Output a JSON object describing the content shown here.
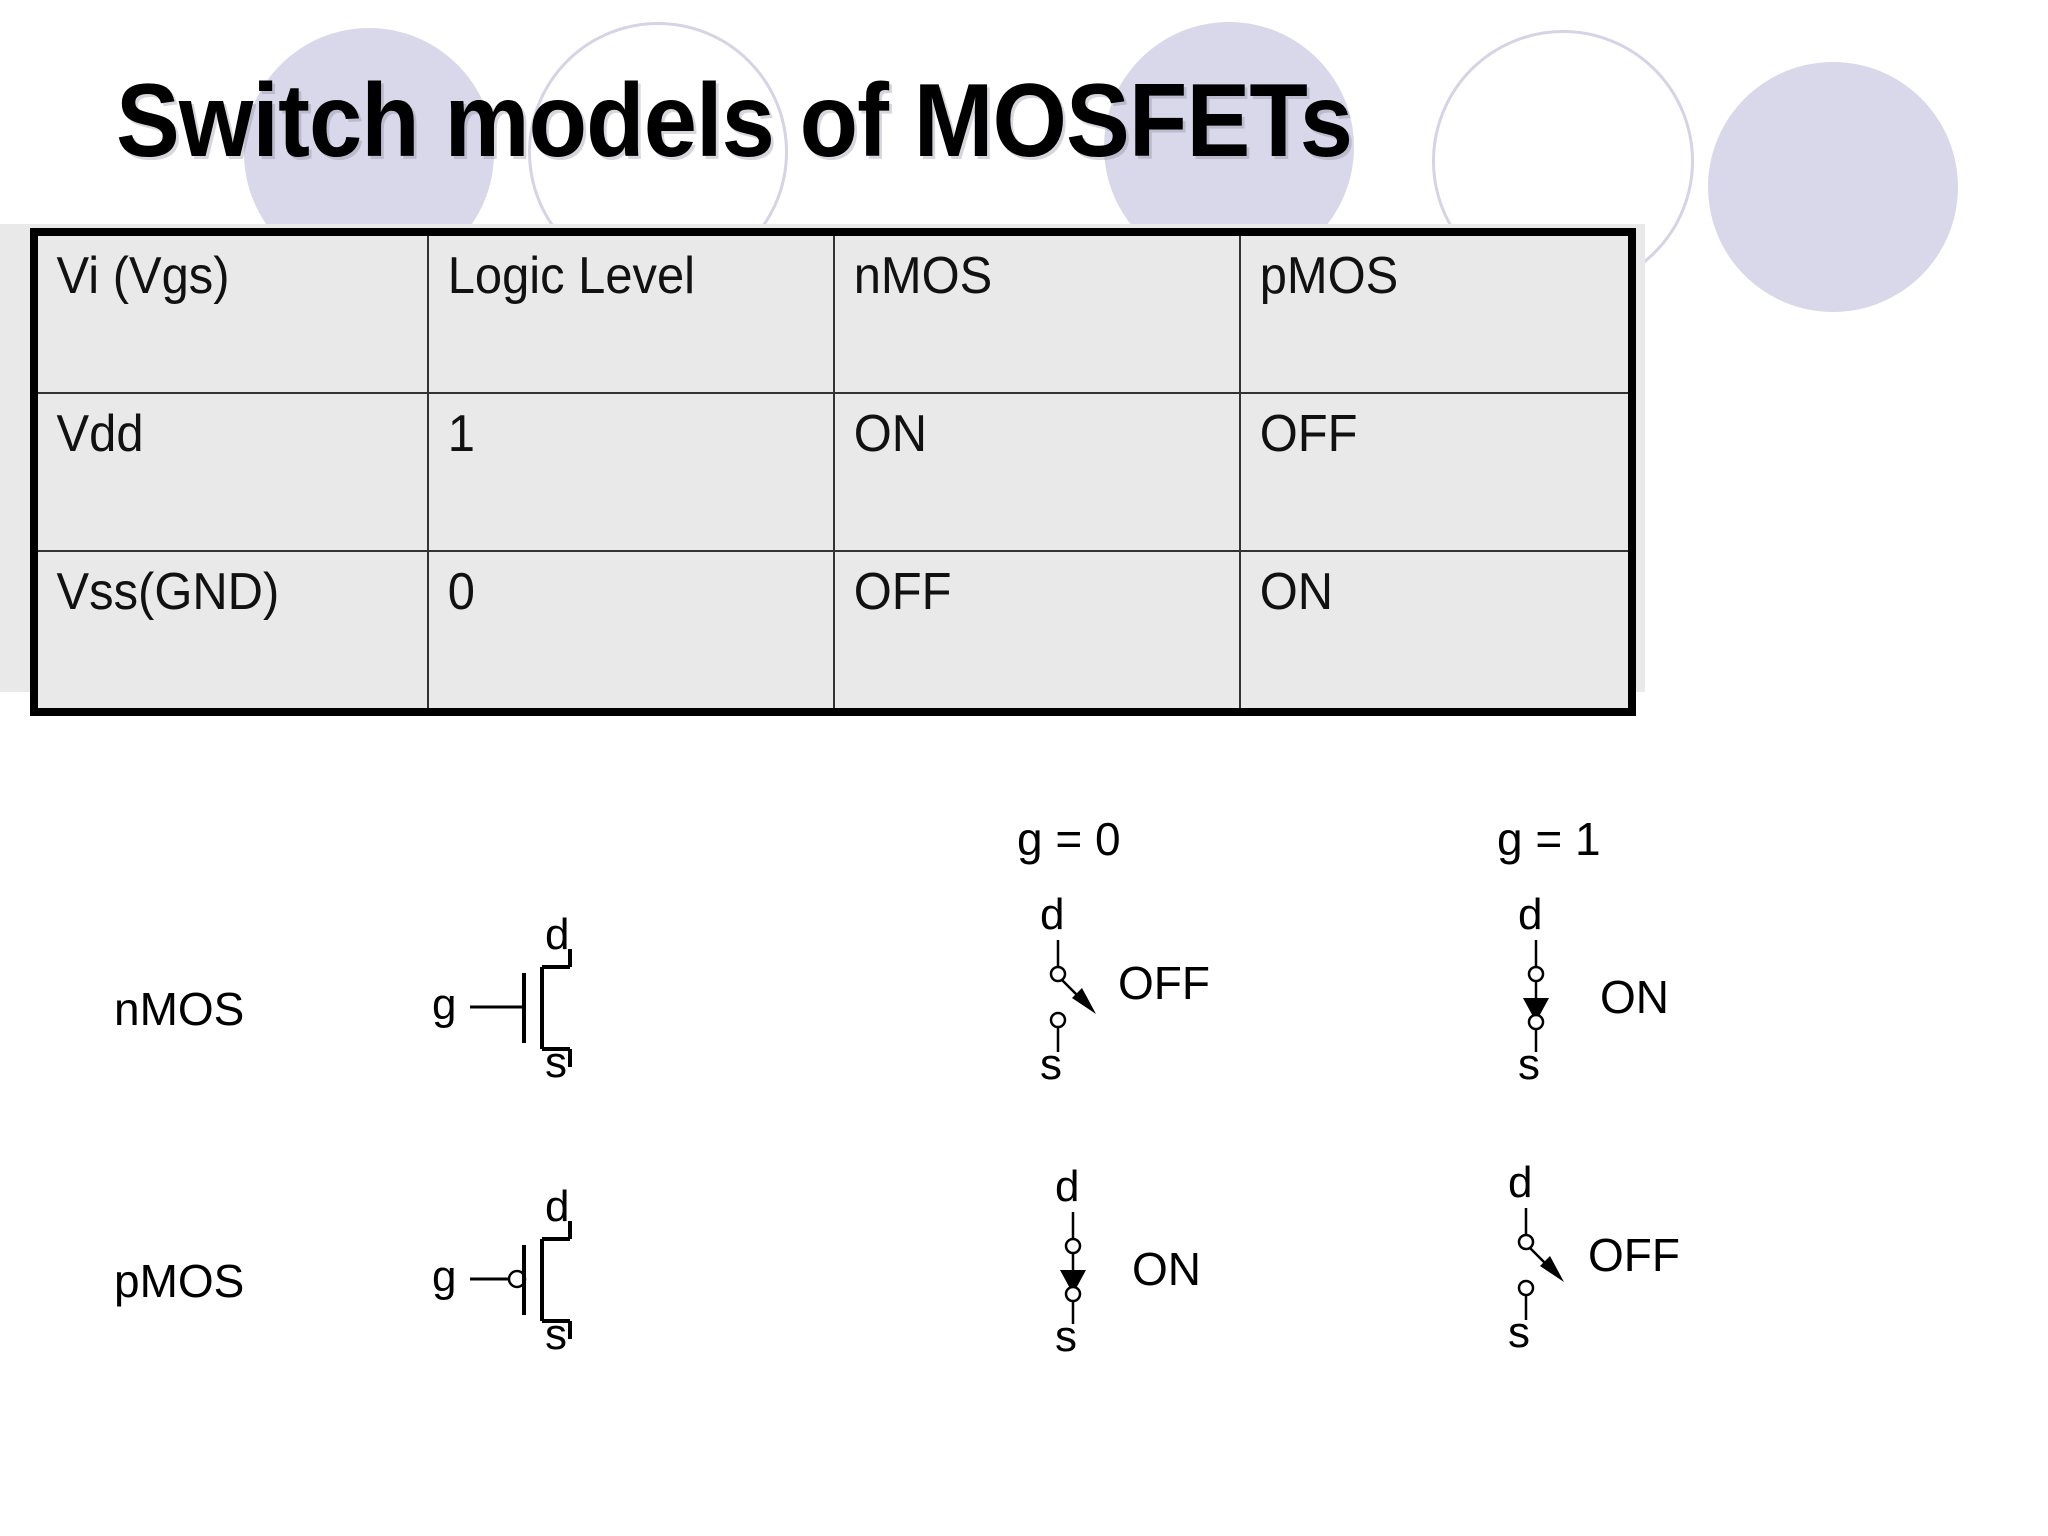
{
  "slide": {
    "title": "Switch models of MOSFETs",
    "accent_color": "#d8d8ea",
    "ring_color": "#d4d4e6",
    "table_fill": "#e9e9e9",
    "ink_color": "#000000"
  },
  "table": {
    "headers": [
      "Vi (Vgs)",
      "Logic Level",
      "nMOS",
      "pMOS"
    ],
    "rows": [
      [
        "Vdd",
        "1",
        "ON",
        "OFF"
      ],
      [
        "Vss(GND)",
        "0",
        "OFF",
        "ON"
      ]
    ]
  },
  "diagram": {
    "column_headers": {
      "g0": "g = 0",
      "g1": "g = 1"
    },
    "rows": [
      {
        "device": "nMOS",
        "symbol": {
          "gate": "g",
          "drain": "d",
          "source": "s",
          "bubble": false
        },
        "g0": {
          "state": "OFF",
          "closed": false,
          "drain": "d",
          "source": "s"
        },
        "g1": {
          "state": "ON",
          "closed": true,
          "drain": "d",
          "source": "s"
        }
      },
      {
        "device": "pMOS",
        "symbol": {
          "gate": "g",
          "drain": "d",
          "source": "s",
          "bubble": true
        },
        "g0": {
          "state": "ON",
          "closed": true,
          "drain": "d",
          "source": "s"
        },
        "g1": {
          "state": "OFF",
          "closed": false,
          "drain": "d",
          "source": "s"
        }
      }
    ]
  }
}
